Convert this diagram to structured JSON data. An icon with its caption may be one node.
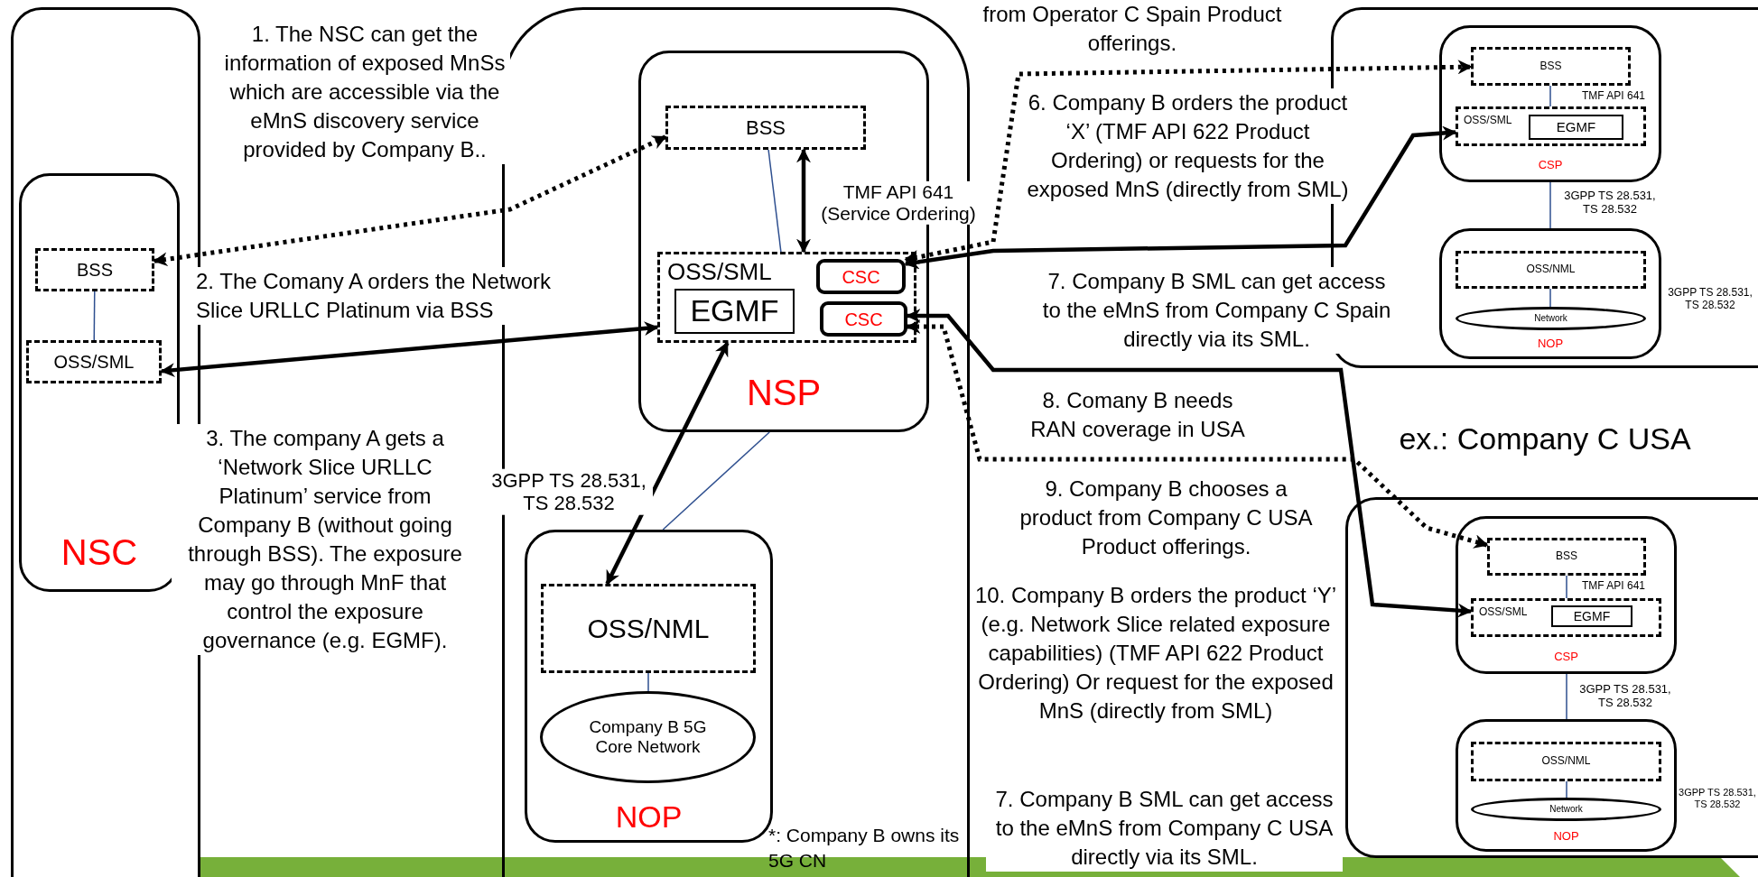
{
  "diagram": {
    "nodes": [
      {
        "text": [],
        "shape": "box"
      },
      {
        "text": [
          "NSC"
        ],
        "in": 0
      },
      {
        "text": [
          "BSS"
        ],
        "in": 1
      },
      {
        "text": [
          "OSS/SML"
        ],
        "in": 1
      },
      {
        "text": [],
        "shape": "box"
      },
      {
        "text": [
          "NSP"
        ],
        "in": 4
      },
      {
        "text": [
          "BSS"
        ],
        "in": 5
      },
      {
        "text": [
          "OSS/SML"
        ],
        "in": 5
      },
      {
        "text": [
          "EGMF"
        ],
        "in": 7
      },
      {
        "text": [
          "CSC"
        ],
        "in": 7
      },
      {
        "text": [
          "CSC"
        ],
        "in": 7
      },
      {
        "text": [
          "NOP"
        ],
        "in": 4
      },
      {
        "text": [
          "OSS/NML"
        ],
        "in": 11
      },
      {
        "text": [
          "Company B 5G Core Network"
        ],
        "in": 11
      },
      {
        "text": [],
        "shape": "box"
      },
      {
        "text": [
          "CSP"
        ],
        "in": 14
      },
      {
        "text": [
          "BSS"
        ],
        "in": 15
      },
      {
        "text": [
          "OSS/SML"
        ],
        "in": 15
      },
      {
        "text": [
          "EGMF"
        ],
        "in": 17
      },
      {
        "text": [
          "NOP"
        ],
        "in": 14
      },
      {
        "text": [
          "OSS/NML"
        ],
        "in": 19
      },
      {
        "text": [
          "Network"
        ],
        "in": 19
      },
      {
        "text": [],
        "shape": "box"
      },
      {
        "text": [
          "CSP"
        ],
        "in": 22
      },
      {
        "text": [
          "BSS"
        ],
        "in": 23
      },
      {
        "text": [
          "OSS/SML"
        ],
        "in": 23
      },
      {
        "text": [
          "EGMF"
        ],
        "in": 25
      },
      {
        "text": [
          "NOP"
        ],
        "in": 22
      },
      {
        "text": [
          "OSS/NML"
        ],
        "in": 27
      },
      {
        "text": [
          "Network"
        ],
        "in": 27
      }
    ],
    "edges": [
      {
        "from": 2,
        "to": 6,
        "arrow": "both",
        "style": "dashed",
        "color": "#000000"
      },
      {
        "from": 3,
        "to": 7,
        "arrow": "both",
        "style": "thick",
        "color": "#000000"
      },
      {
        "from": 6,
        "to": 7,
        "arrow": "both",
        "style": "thick",
        "color": "#000000",
        "label": "TMF API 641 (Service Ordering)"
      },
      {
        "from": 7,
        "to": 12,
        "arrow": "both",
        "style": "thick",
        "color": "#000000",
        "label": "3GPP TS 28.531, TS 28.532"
      },
      {
        "from": 9,
        "to": 17,
        "arrow": "both",
        "style": "thick",
        "color": "#000000"
      },
      {
        "from": 9,
        "to": 16,
        "arrow": "both",
        "style": "dashed",
        "color": "#000000"
      },
      {
        "from": 10,
        "to": 25,
        "arrow": "both",
        "style": "thick",
        "color": "#000000"
      },
      {
        "from": 10,
        "to": 24,
        "arrow": "both",
        "style": "dashed",
        "color": "#000000"
      },
      {
        "from": 2,
        "to": 3,
        "arrow": "none",
        "color": "#2e4f8f"
      },
      {
        "from": 6,
        "to": 7,
        "arrow": "none",
        "color": "#2e4f8f"
      },
      {
        "from": 5,
        "to": 11,
        "arrow": "none",
        "color": "#2e4f8f"
      },
      {
        "from": 12,
        "to": 13,
        "arrow": "none",
        "color": "#2e4f8f"
      },
      {
        "from": 16,
        "to": 17,
        "arrow": "none",
        "color": "#2e4f8f"
      },
      {
        "from": 15,
        "to": 19,
        "arrow": "none",
        "color": "#2e4f8f"
      },
      {
        "from": 20,
        "to": 21,
        "arrow": "none",
        "color": "#2e4f8f"
      },
      {
        "from": 24,
        "to": 25,
        "arrow": "none",
        "color": "#2e4f8f"
      },
      {
        "from": 23,
        "to": 27,
        "arrow": "none",
        "color": "#2e4f8f"
      },
      {
        "from": 28,
        "to": 29,
        "arrow": "none",
        "color": "#2e4f8f"
      }
    ],
    "labels": [
      "1. The NSC can get the information of exposed MnSs which are accessible via the eMnS discovery service provided by Company B..",
      "from Operator C Spain Product offerings.",
      "TMF API 641",
      "3GPP TS 28.531, TS 28.532",
      "3GPP TS 28.531, TS 28.532",
      "6. Company B orders the product ‘X’ (TMF API 622 Product Ordering) or requests for the exposed MnS (directly from SML)",
      "2. The Comany A orders the Network Slice URLLC Platinum via BSS",
      "7. Company B SML can get access to the eMnS from Company C Spain directly via its SML.",
      "8. Comany B needs RAN coverage in USA",
      "3. The company A gets a ‘Network Slice URLLC Platinum’ service from Company B (without going through BSS). The exposure may go through MnF that control the exposure governance (e.g. EGMF).",
      "ex.: Company C USA",
      "9. Company B chooses a product from Company C USA Product offerings.",
      "TMF API 641",
      "10. Company B orders the product ‘Y’ (e.g. Network Slice related exposure capabilities) (TMF API 622 Product Ordering) Or request for the exposed MnS (directly from SML)",
      "3GPP TS 28.531, TS 28.532",
      "3GPP TS 28.531, TS 28.532",
      "7. Company B SML can get access to the eMnS from Company C USA directly via its SML.",
      "*: Company B owns its 5G CN"
    ]
  }
}
